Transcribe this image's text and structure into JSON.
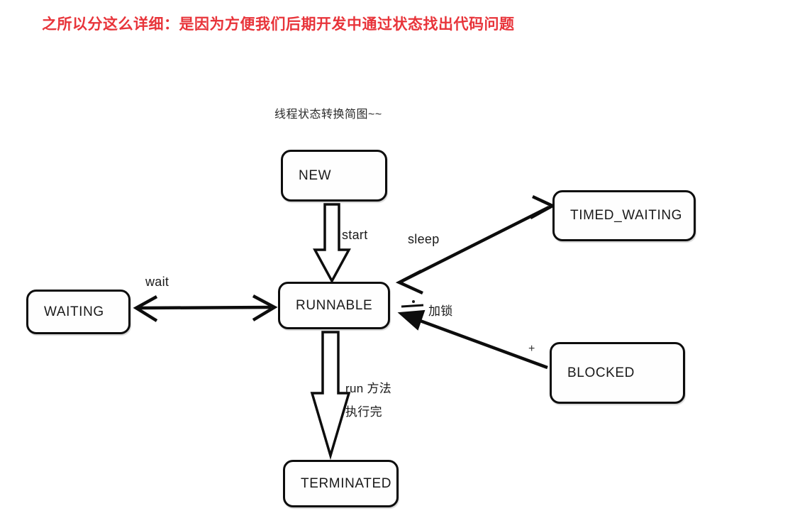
{
  "headline": {
    "text": "之所以分这么详细：是因为方便我们后期开发中通过状态找出代码问题",
    "color": "#e8343a"
  },
  "diagram": {
    "caption": "线程状态转换简图~~",
    "type": "state-transition-diagram",
    "subject": "Java thread states",
    "nodes": [
      {
        "id": "new",
        "label": "NEW"
      },
      {
        "id": "runnable",
        "label": "RUNNABLE"
      },
      {
        "id": "waiting",
        "label": "WAITING"
      },
      {
        "id": "timed_waiting",
        "label": "TIMED_WAITING"
      },
      {
        "id": "blocked",
        "label": "BLOCKED"
      },
      {
        "id": "terminated",
        "label": "TERMINATED"
      }
    ],
    "edges": [
      {
        "from": "new",
        "to": "runnable",
        "label": "start",
        "style": "block-arrow",
        "direction": "one-way"
      },
      {
        "from": "runnable",
        "to": "terminated",
        "label_line1": "run 方法",
        "label_line2": "执行完",
        "style": "block-arrow",
        "direction": "one-way"
      },
      {
        "from": "waiting",
        "to": "runnable",
        "label": "wait",
        "style": "line-arrow",
        "direction": "two-way"
      },
      {
        "from": "runnable",
        "to": "timed_waiting",
        "label": "sleep",
        "style": "line-arrow",
        "direction": "two-way"
      },
      {
        "from": "blocked",
        "to": "runnable",
        "label": "加锁",
        "style": "line-arrow",
        "direction": "one-way"
      }
    ],
    "marks": [
      {
        "name": "dot-mark",
        "glyph": "·"
      },
      {
        "name": "plus-mark",
        "glyph": "+"
      }
    ],
    "watermarks": [
      "",
      ""
    ],
    "colors": {
      "stroke": "#0d0d0d",
      "fill": "#fefefe",
      "text": "#1a1a1a"
    }
  }
}
